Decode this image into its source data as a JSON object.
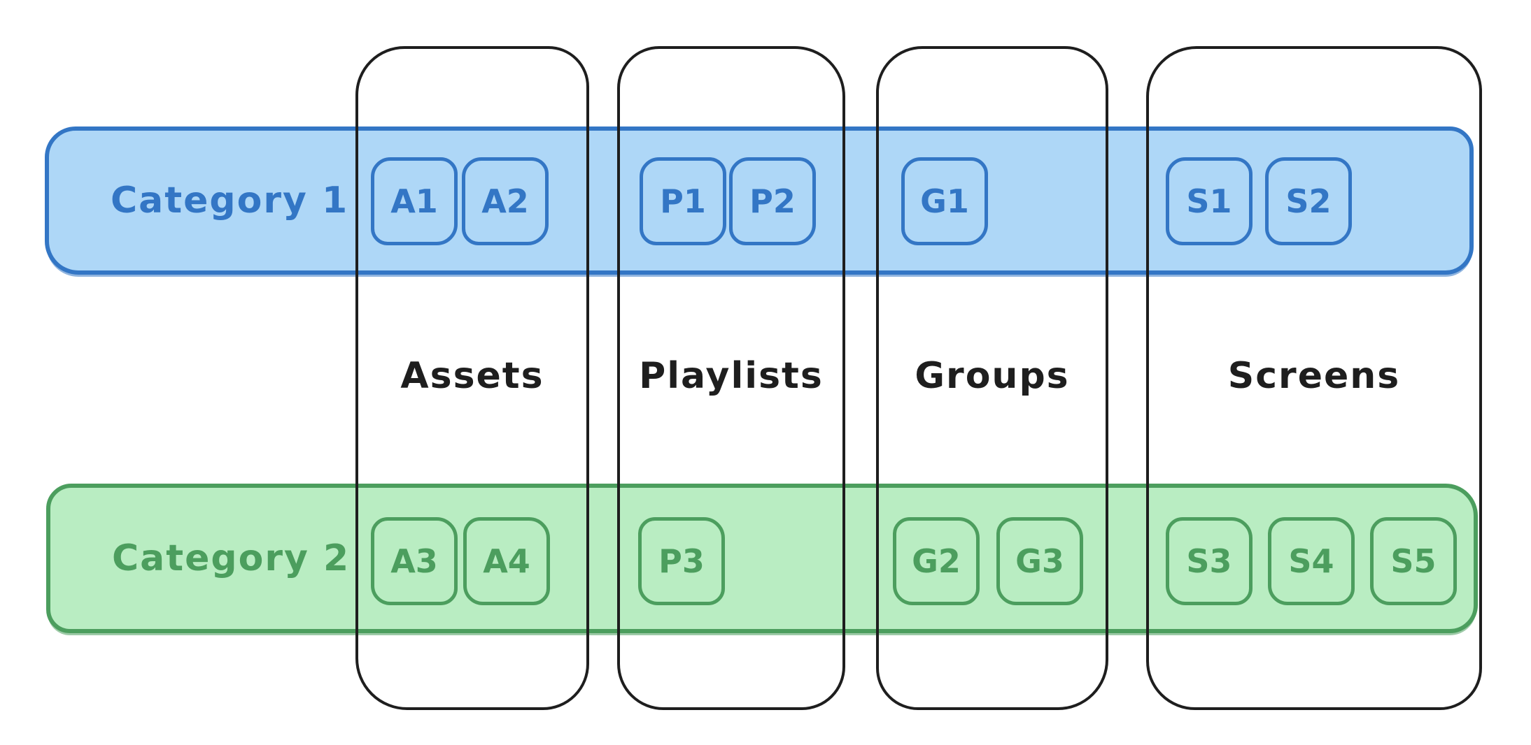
{
  "colors": {
    "background": "#ffffff",
    "column_stroke": "#1e1e1e",
    "column_label": "#1e1e1e",
    "blue_fill": "#aed7f7",
    "blue_stroke": "#3376c5",
    "green_fill": "#b9edc2",
    "green_stroke": "#4c9e5e"
  },
  "rows": [
    {
      "id": "category-1",
      "label": "Category 1",
      "color": "blue"
    },
    {
      "id": "category-2",
      "label": "Category 2",
      "color": "green"
    }
  ],
  "columns": [
    {
      "id": "assets",
      "label": "Assets"
    },
    {
      "id": "playlists",
      "label": "Playlists"
    },
    {
      "id": "groups",
      "label": "Groups"
    },
    {
      "id": "screens",
      "label": "Screens"
    }
  ],
  "cells": {
    "category1": {
      "assets": [
        "A1",
        "A2"
      ],
      "playlists": [
        "P1",
        "P2"
      ],
      "groups": [
        "G1"
      ],
      "screens": [
        "S1",
        "S2"
      ]
    },
    "category2": {
      "assets": [
        "A3",
        "A4"
      ],
      "playlists": [
        "P3"
      ],
      "groups": [
        "G2",
        "G3"
      ],
      "screens": [
        "S3",
        "S4",
        "S5"
      ]
    }
  }
}
